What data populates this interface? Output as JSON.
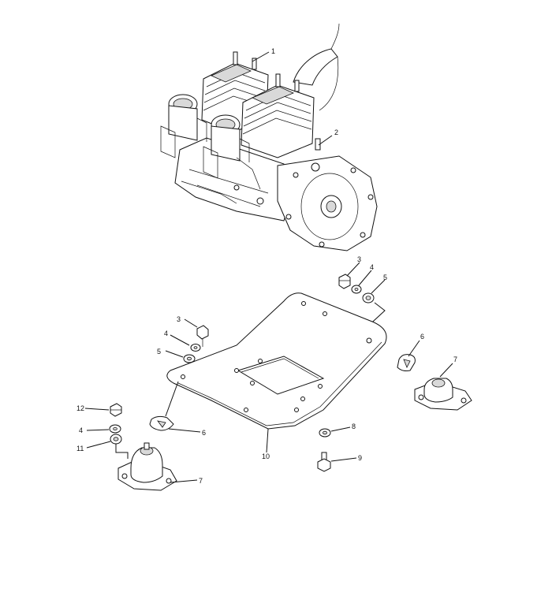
{
  "callouts": {
    "c1": "1",
    "c2": "2",
    "c3a": "3",
    "c4a": "4",
    "c5a": "5",
    "c3b": "3",
    "c4b": "4",
    "c5b": "5",
    "c6a": "6",
    "c7a": "7",
    "c12": "12",
    "c4c": "4",
    "c11": "11",
    "c6b": "6",
    "c10": "10",
    "c8": "8",
    "c9": "9",
    "c7b": "7"
  }
}
